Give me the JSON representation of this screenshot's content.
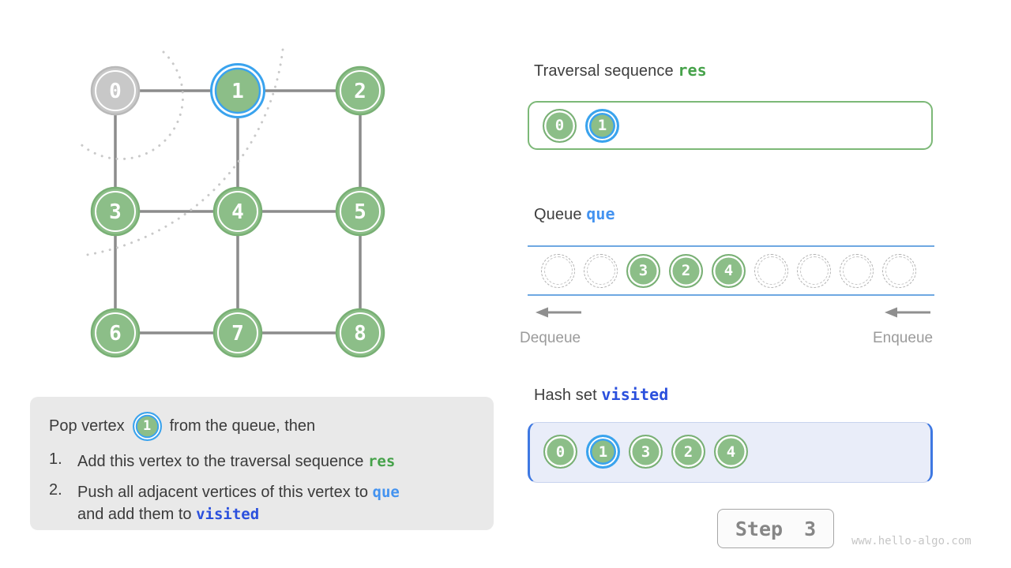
{
  "colors": {
    "node_green": "#8cbe88",
    "node_gray": "#c8c8c8",
    "highlight_blue": "#3aa3ee",
    "res_green": "#46a24a",
    "que_blue": "#4493f0",
    "visited_blue": "#2b50dd",
    "queue_line_blue": "#6fa8e2",
    "hashset_bg": "#e9edf9",
    "explain_bg": "#e9e9e9"
  },
  "graph": {
    "vertices": [
      {
        "label": "0",
        "state": "popped-gray"
      },
      {
        "label": "1",
        "state": "current-highlighted"
      },
      {
        "label": "2",
        "state": "green"
      },
      {
        "label": "3",
        "state": "green"
      },
      {
        "label": "4",
        "state": "green"
      },
      {
        "label": "5",
        "state": "green"
      },
      {
        "label": "6",
        "state": "green"
      },
      {
        "label": "7",
        "state": "green"
      },
      {
        "label": "8",
        "state": "green"
      }
    ],
    "edges": [
      "0-1",
      "1-2",
      "0-3",
      "1-4",
      "2-5",
      "3-4",
      "4-5",
      "3-6",
      "4-7",
      "5-8",
      "6-7",
      "7-8"
    ]
  },
  "panels": {
    "traversal": {
      "title": "Traversal sequence",
      "code": "res",
      "items": [
        {
          "value": "0",
          "state": "green"
        },
        {
          "value": "1",
          "state": "highlighted"
        }
      ]
    },
    "queue": {
      "title": "Queue",
      "code": "que",
      "slots": [
        {
          "value": "",
          "state": "empty"
        },
        {
          "value": "",
          "state": "empty"
        },
        {
          "value": "3",
          "state": "filled"
        },
        {
          "value": "2",
          "state": "filled"
        },
        {
          "value": "4",
          "state": "filled"
        },
        {
          "value": "",
          "state": "empty"
        },
        {
          "value": "",
          "state": "empty"
        },
        {
          "value": "",
          "state": "empty"
        },
        {
          "value": "",
          "state": "empty"
        }
      ],
      "dequeue_label": "Dequeue",
      "enqueue_label": "Enqueue"
    },
    "hashset": {
      "title": "Hash set",
      "code": "visited",
      "items": [
        {
          "value": "0",
          "state": "green"
        },
        {
          "value": "1",
          "state": "highlighted"
        },
        {
          "value": "3",
          "state": "green"
        },
        {
          "value": "2",
          "state": "green"
        },
        {
          "value": "4",
          "state": "green"
        }
      ]
    }
  },
  "explanation": {
    "intro_before": "Pop vertex",
    "badge": "1",
    "intro_after": "from the queue, then",
    "item1_num": "1.",
    "item1_text": "Add this vertex to the traversal sequence ",
    "item1_code": "res",
    "item2_num": "2.",
    "item2_line1": "Push all adjacent vertices of this vertex to ",
    "item2_code1": "que",
    "item2_line2": "and add them to ",
    "item2_code2": "visited"
  },
  "footer": {
    "step_label": "Step 3",
    "watermark": "www.hello-algo.com"
  }
}
